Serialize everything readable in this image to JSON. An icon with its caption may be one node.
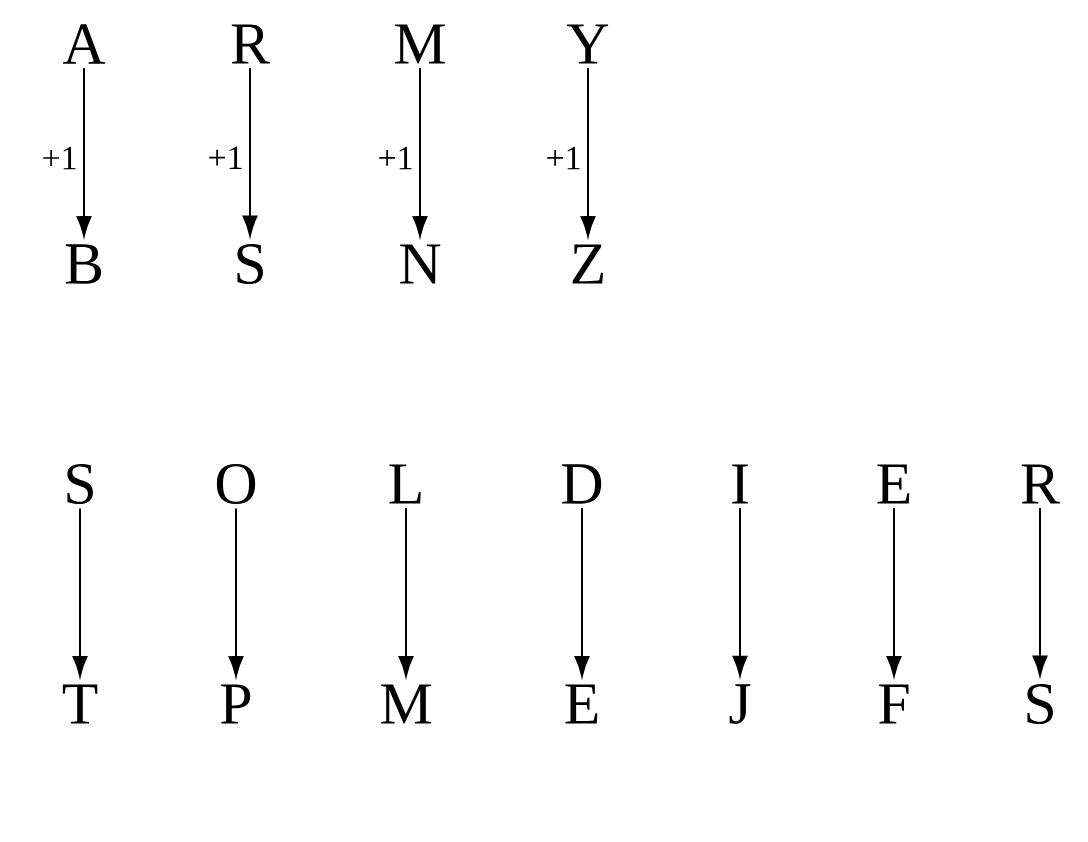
{
  "diagram": {
    "nodes": [
      {
        "text": [
          "A"
        ]
      },
      {
        "text": [
          "R"
        ]
      },
      {
        "text": [
          "M"
        ]
      },
      {
        "text": [
          "Y"
        ]
      },
      {
        "text": [
          "B"
        ]
      },
      {
        "text": [
          "S"
        ]
      },
      {
        "text": [
          "N"
        ]
      },
      {
        "text": [
          "Z"
        ]
      },
      {
        "text": [
          "S"
        ]
      },
      {
        "text": [
          "O"
        ]
      },
      {
        "text": [
          "L"
        ]
      },
      {
        "text": [
          "D"
        ]
      },
      {
        "text": [
          "I"
        ]
      },
      {
        "text": [
          "E"
        ]
      },
      {
        "text": [
          "R"
        ]
      },
      {
        "text": [
          "T"
        ]
      },
      {
        "text": [
          "P"
        ]
      },
      {
        "text": [
          "M"
        ]
      },
      {
        "text": [
          "E"
        ]
      },
      {
        "text": [
          "J"
        ]
      },
      {
        "text": [
          "F"
        ]
      },
      {
        "text": [
          "S"
        ]
      }
    ],
    "edges": [
      {
        "from": 0,
        "to": 4,
        "arrow": "to",
        "label": "+1"
      },
      {
        "from": 1,
        "to": 5,
        "arrow": "to",
        "label": "+1"
      },
      {
        "from": 2,
        "to": 6,
        "arrow": "to",
        "label": "+1"
      },
      {
        "from": 3,
        "to": 7,
        "arrow": "to",
        "label": "+1"
      },
      {
        "from": 8,
        "to": 15,
        "arrow": "to"
      },
      {
        "from": 9,
        "to": 16,
        "arrow": "to"
      },
      {
        "from": 10,
        "to": 17,
        "arrow": "to"
      },
      {
        "from": 11,
        "to": 18,
        "arrow": "to"
      },
      {
        "from": 12,
        "to": 19,
        "arrow": "to"
      },
      {
        "from": 13,
        "to": 20,
        "arrow": "to"
      },
      {
        "from": 14,
        "to": 21,
        "arrow": "to"
      }
    ]
  }
}
